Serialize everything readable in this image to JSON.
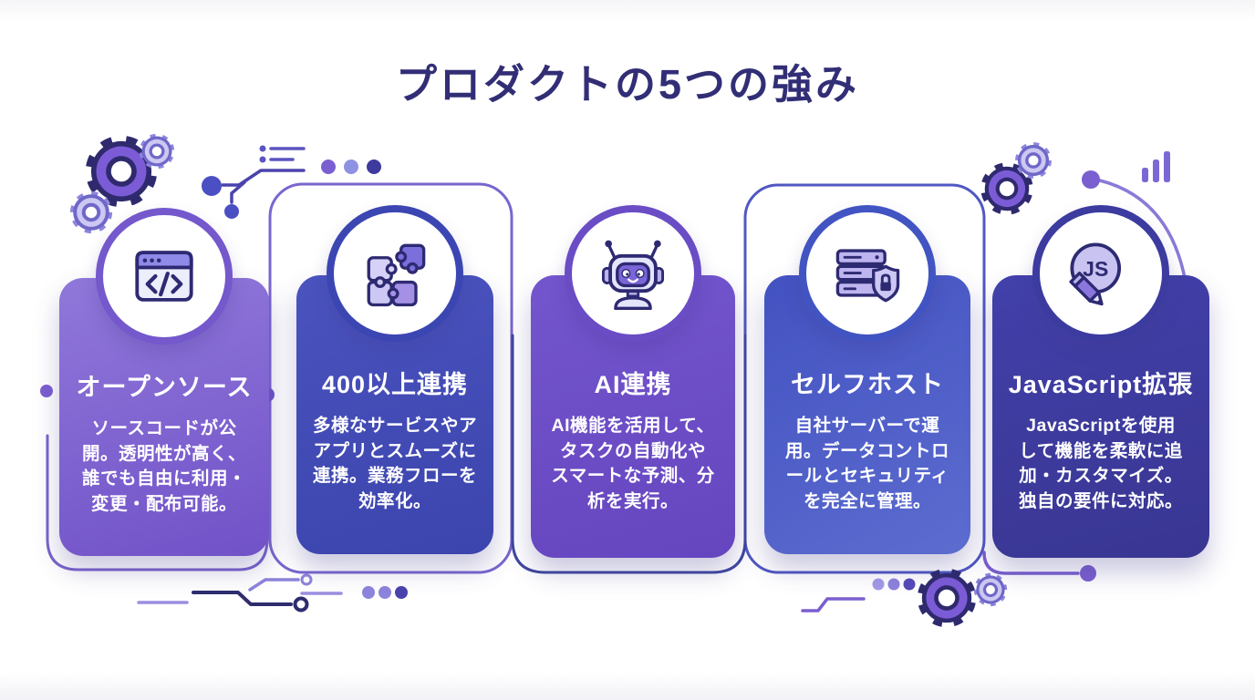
{
  "title": "プロダクトの5つの強み",
  "cards": [
    {
      "icon": "code-window-icon",
      "title": "オープンソース",
      "body": "ソースコードが公\n開。透明性が高く、\n誰でも自由に利用・\n変更・配布可能。"
    },
    {
      "icon": "puzzle-icon",
      "title": "400以上連携",
      "body": "多様なサービスやア\nアプリとスムーズに\n連携。業務フローを\n効率化。"
    },
    {
      "icon": "robot-icon",
      "title": "AI連携",
      "body": "AI機能を活用して、\nタスクの自動化や\nスマートな予測、分\n析を実行。"
    },
    {
      "icon": "server-shield-icon",
      "title": "セルフホスト",
      "body": "自社サーバーで運\n用。データコントロ\nールとセキュリティ\nを完全に管理。"
    },
    {
      "icon": "js-pencil-icon",
      "title": "JavaScript拡張",
      "icon_label": "JS",
      "body": "JavaScriptを使用\nして機能を柔軟に追\n加・カスタマイズ。\n独自の要件に対応。"
    }
  ],
  "colors": {
    "title_text": "#322e76",
    "card_text": "#ffffff",
    "card1_purple": "#8068d2",
    "card2_indigo": "#424cb6",
    "card3_violet": "#6c4ec6",
    "card4_blue": "#4d5cc6",
    "card5_deep_indigo": "#3d3a9e",
    "decoration_navy": "#2f2d6e",
    "decoration_purple": "#7a5fd0"
  }
}
